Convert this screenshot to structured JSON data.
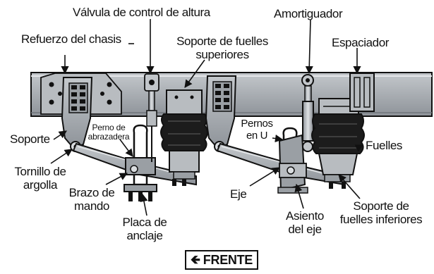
{
  "labels": {
    "valve": "Válvula de control de altura",
    "shock": "Amortiguador",
    "frame_reinforcement": "Refuerzo del chasis",
    "upper_bracket_line1": "Soporte de fuelles",
    "upper_bracket_line2": "superiores",
    "spacer": "Espaciador",
    "bracket": "Soporte",
    "clamp_bolt_line1": "Perno de",
    "clamp_bolt_line2": "abrazadera",
    "u_bolts_line1": "Pernos",
    "u_bolts_line2": "en U",
    "airbags": "Fuelles",
    "eye_bolt_line1": "Tornillo de",
    "eye_bolt_line2": "argolla",
    "drive_arm_line1": "Brazo de",
    "drive_arm_line2": "mando",
    "axle": "Eje",
    "anchor_plate_line1": "Placa de",
    "anchor_plate_line2": "anclaje",
    "axle_seat_line1": "Asiento",
    "axle_seat_line2": "del eje",
    "lower_bracket_line1": "Soporte de",
    "lower_bracket_line2": "fuelles inferiores"
  },
  "front_sign": {
    "arrow": "🡸",
    "text": "FRENTE"
  },
  "colors": {
    "steel": "#a9aeb3",
    "steel_dark": "#6f757b",
    "outline": "#111111",
    "bag": "#1c1c1c",
    "highlight": "#e6e8ea"
  }
}
